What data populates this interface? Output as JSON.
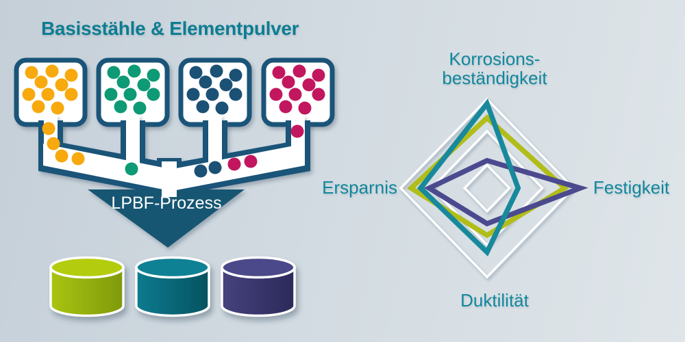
{
  "labels": {
    "title": "Basisstähle & Elementpulver",
    "korrosion": "Korrosions-\nbeständigkeit",
    "festigkeit": "Festigkeit",
    "duktilitaet": "Duktilität",
    "ersparnis": "Ersparnis",
    "funnel": "LPBF-Prozess"
  },
  "colors": {
    "background_left": "#c5cfd8",
    "background_mid": "#d2dbe1",
    "background_right": "#dfe5e9",
    "outline_blue": "#1a5478",
    "funnel_blue": "#175672",
    "title_teal": "#0d7d92",
    "label_teal": "#12879c",
    "pipe_white": "#ffffff",
    "radar_grid": "#ffffff"
  },
  "powders": [
    {
      "name": "yellow-powder",
      "color": "#f7a90e"
    },
    {
      "name": "green-powder",
      "color": "#0d9a75"
    },
    {
      "name": "blue-powder",
      "color": "#1b5175"
    },
    {
      "name": "crimson-powder",
      "color": "#c2175f"
    }
  ],
  "cylinders": [
    {
      "name": "cylinder-lime",
      "top": "#b3cc0e",
      "body_light": "#a9c411",
      "body_dark": "#7e9a0b"
    },
    {
      "name": "cylinder-teal",
      "top": "#0f8194",
      "body_light": "#0d7b8f",
      "body_dark": "#05535f"
    },
    {
      "name": "cylinder-navy",
      "top": "#4b4989",
      "body_light": "#45427d",
      "body_dark": "#2c295a"
    }
  ],
  "chart_data": {
    "type": "radar",
    "title": "",
    "axes": [
      "Korrosionsbeständigkeit",
      "Festigkeit",
      "Duktilität",
      "Ersparnis"
    ],
    "axis_order": [
      "top",
      "right",
      "bottom",
      "left"
    ],
    "scale": {
      "min": 0,
      "max": 1
    },
    "grid_levels": [
      0.26,
      0.64,
      1.0
    ],
    "grid_color": "#ffffff",
    "legend": "none",
    "series": [
      {
        "name": "series-lime",
        "color": "#b1bd19",
        "values": [
          0.79,
          0.9,
          0.53,
          0.88
        ]
      },
      {
        "name": "series-navy",
        "color": "#4b4a8f",
        "values": [
          0.31,
          1.08,
          0.4,
          0.67
        ]
      },
      {
        "name": "series-teal",
        "color": "#18899c",
        "values": [
          0.95,
          0.36,
          0.72,
          0.77
        ]
      }
    ]
  }
}
